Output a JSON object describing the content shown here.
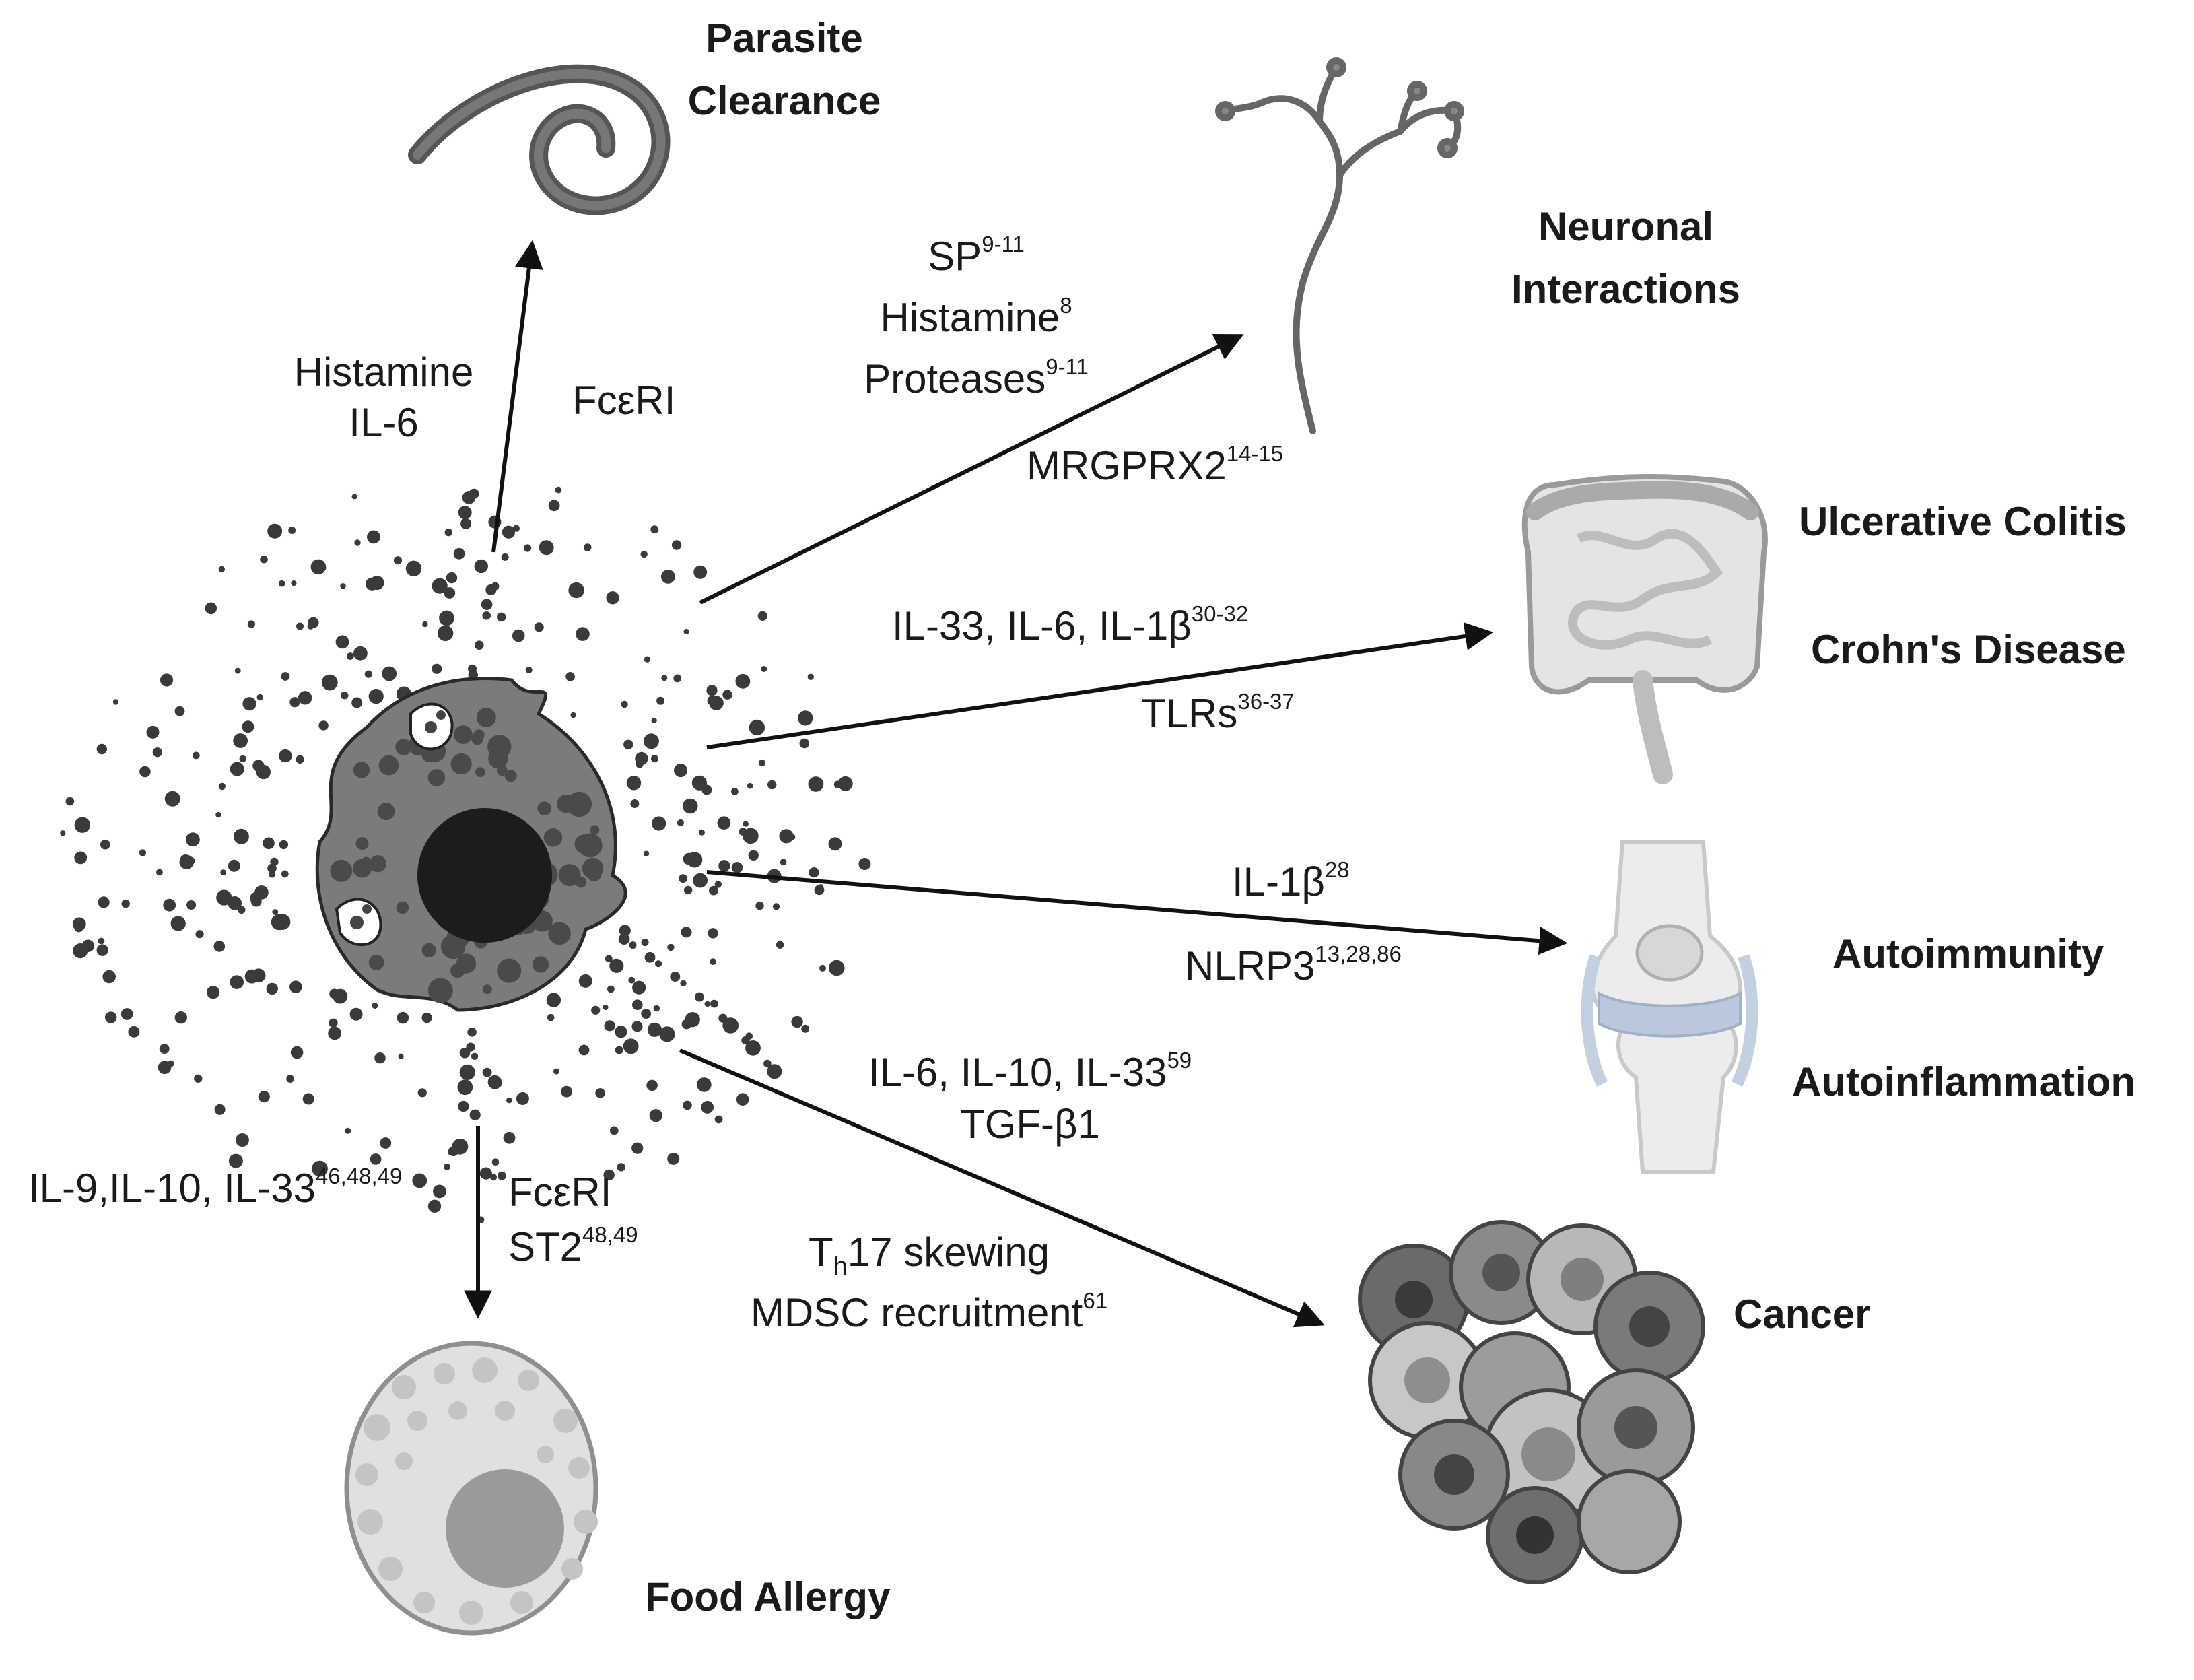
{
  "outcomes": {
    "parasite": {
      "line1": "Parasite",
      "line2": "Clearance"
    },
    "neuronal": {
      "line1": "Neuronal",
      "line2": "Interactions"
    },
    "colitis": "Ulcerative Colitis",
    "crohns": "Crohn's Disease",
    "autoimmunity": "Autoimmunity",
    "autoinflammation": "Autoinflammation",
    "cancer": "Cancer",
    "food_allergy": "Food Allergy"
  },
  "mediators": {
    "parasite": {
      "histamine": "Histamine",
      "il6": "IL-6",
      "receptor": "FcεRI"
    },
    "neuronal": {
      "sp": "SP",
      "sp_ref": "9-11",
      "histamine": "Histamine",
      "histamine_ref": "8",
      "proteases": "Proteases",
      "proteases_ref": "9-11",
      "receptor": "MRGPRX2",
      "receptor_ref": "14-15"
    },
    "ibd": {
      "cytokines": "IL-33, IL-6, IL-1β",
      "cytokines_ref": "30-32",
      "receptor": "TLRs",
      "receptor_ref": "36-37"
    },
    "autoimmune": {
      "cytokine": "IL-1β",
      "cytokine_ref": "28",
      "receptor": "NLRP3",
      "receptor_ref": "13,28,86"
    },
    "cancer": {
      "cytokines": "IL-6, IL-10, IL-33",
      "cytokines_ref": "59",
      "tgf": "TGF-β1",
      "th17_prefix": "T",
      "th17_sub": "h",
      "th17_suffix": "17 skewing",
      "mdsc": "MDSC recruitment",
      "mdsc_ref": "61"
    },
    "allergy": {
      "cytokines": "IL-9,IL-10, IL-33",
      "cytokines_ref": "46,48,49",
      "receptor": "FcεRI",
      "st2": "ST2",
      "st2_ref": "48,49"
    }
  },
  "icons": [
    "mast-cell-icon",
    "parasite-worm-icon",
    "neuron-icon",
    "intestine-icon",
    "knee-joint-icon",
    "tumor-cells-icon",
    "basophil-cell-icon"
  ],
  "colors": {
    "text": "#1a1a1a",
    "arrow": "#111111",
    "granule": "#3a3a3a",
    "cytoplasm": "#7b7b7b",
    "nucleus": "#1c1c1c"
  }
}
